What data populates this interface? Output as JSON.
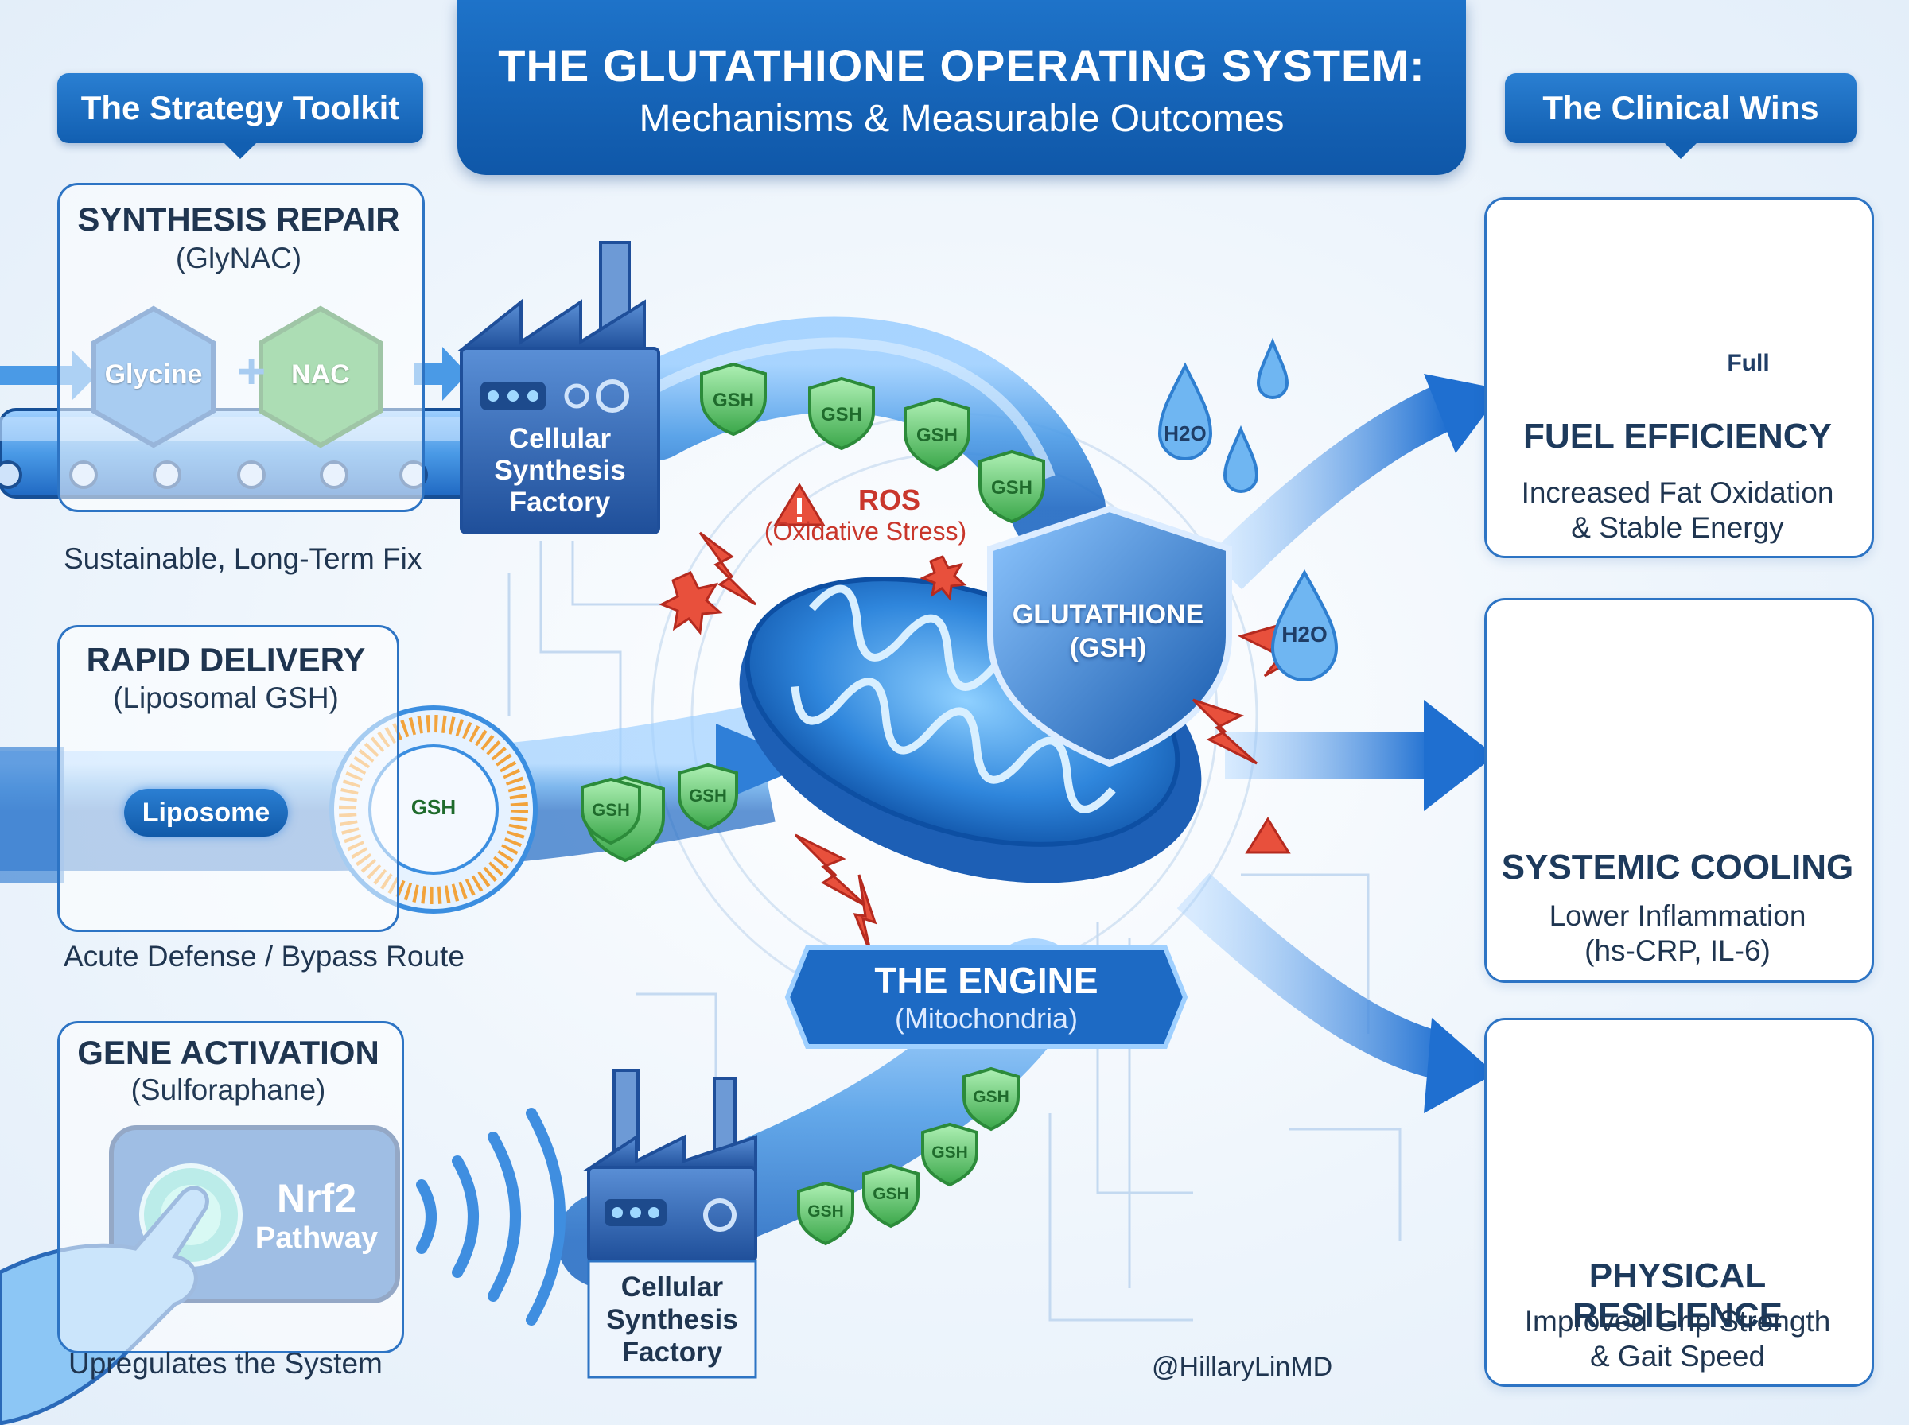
{
  "header": {
    "title": "THE GLUTATHIONE OPERATING SYSTEM:",
    "subtitle": "Mechanisms & Measurable Outcomes"
  },
  "left_header": "The Strategy Toolkit",
  "right_header": "The Clinical Wins",
  "strategies": [
    {
      "title": "SYNTHESIS REPAIR",
      "subtitle": "(GlyNAC)",
      "note": "Sustainable, Long-Term Fix"
    },
    {
      "title": "RAPID DELIVERY",
      "subtitle": "(Liposomal GSH)",
      "note": "Acute Defense / Bypass Route"
    },
    {
      "title": "GENE ACTIVATION",
      "subtitle": "(Sulforaphane)",
      "note": "Upregulates the System"
    }
  ],
  "ingredients": {
    "glycine": "Glycine",
    "nac": "NAC"
  },
  "factory_label": "Cellular Synthesis Factory",
  "factory_lines": [
    "Cellular",
    "Synthesis",
    "Factory"
  ],
  "liposome_label": "Liposome",
  "nrf2_lines": [
    "Nrf2",
    "Pathway"
  ],
  "gsh_tag": "GSH",
  "glutathione_lines": [
    "GLUTATHIONE",
    "(GSH)"
  ],
  "ros": {
    "title": "ROS",
    "subtitle": "(Oxidative Stress)"
  },
  "water_label": "H2O",
  "engine": {
    "title": "THE ENGINE",
    "subtitle": "(Mitochondria)"
  },
  "gauge_label": "Full",
  "wins": [
    {
      "title": "FUEL EFFICIENCY",
      "lines": [
        "Increased Fat Oxidation",
        "& Stable Energy"
      ]
    },
    {
      "title": "SYSTEMIC COOLING",
      "lines": [
        "Lower Inflammation",
        "(hs-CRP, IL-6)"
      ]
    },
    {
      "title": "PHYSICAL RESILIENCE",
      "lines": [
        "Improved Grip Strength",
        "& Gait Speed"
      ]
    }
  ],
  "handle": "@HillaryLinMD",
  "colors": {
    "primary": "#1565c0",
    "accent_green": "#3fae49",
    "alert_red": "#d9362b",
    "flame": "#f26a1b"
  }
}
